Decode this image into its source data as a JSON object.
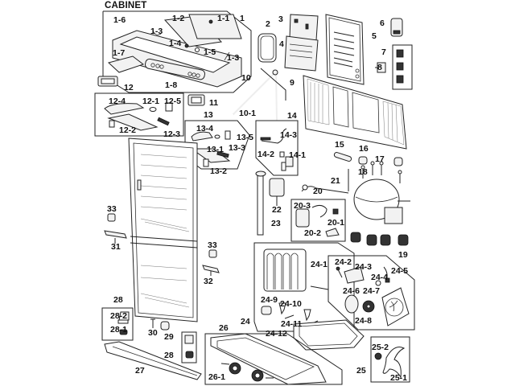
{
  "diagram": {
    "title": "CABINET",
    "callouts": {
      "p1": "1",
      "p1_1": "1-1",
      "p1_2": "1-2",
      "p1_3a": "1-3",
      "p1_3b": "1-3",
      "p1_4": "1-4",
      "p1_5": "1-5",
      "p1_6": "1-6",
      "p1_7": "1-7",
      "p1_8": "1-8",
      "p2": "2",
      "p3": "3",
      "p4": "4",
      "p5": "5",
      "p6": "6",
      "p7": "7",
      "p8": "8",
      "p9": "9",
      "p10": "10",
      "p10_1": "10-1",
      "p11": "11",
      "p12": "12",
      "p12_1": "12-1",
      "p12_2": "12-2",
      "p12_3": "12-3",
      "p12_4": "12-4",
      "p12_5": "12-5",
      "p13": "13",
      "p13_1": "13-1",
      "p13_2": "13-2",
      "p13_3": "13-3",
      "p13_4": "13-4",
      "p13_5": "13-5",
      "p14": "14",
      "p14_1": "14-1",
      "p14_2": "14-2",
      "p14_3": "14-3",
      "p15": "15",
      "p16": "16",
      "p17": "17",
      "p18": "18",
      "p19": "19",
      "p20": "20",
      "p20_1": "20-1",
      "p20_2": "20-2",
      "p20_3": "20-3",
      "p21": "21",
      "p22": "22",
      "p23": "23",
      "p24": "24",
      "p24_1": "24-1",
      "p24_2": "24-2",
      "p24_3": "24-3",
      "p24_4": "24-4",
      "p24_5": "24-5",
      "p24_6": "24-6",
      "p24_7": "24-7",
      "p24_8": "24-8",
      "p24_9": "24-9",
      "p24_10": "24-10",
      "p24_11": "24-11",
      "p24_12": "24-12",
      "p25": "25",
      "p25_1": "25-1",
      "p25_2": "25-2",
      "p26": "26",
      "p26_1": "26-1",
      "p27": "27",
      "p28a": "28",
      "p28b": "28",
      "p28_1": "28-1",
      "p28_2": "28-2",
      "p29": "29",
      "p30": "30",
      "p31": "31",
      "p32": "32",
      "p33a": "33",
      "p33b": "33"
    }
  }
}
